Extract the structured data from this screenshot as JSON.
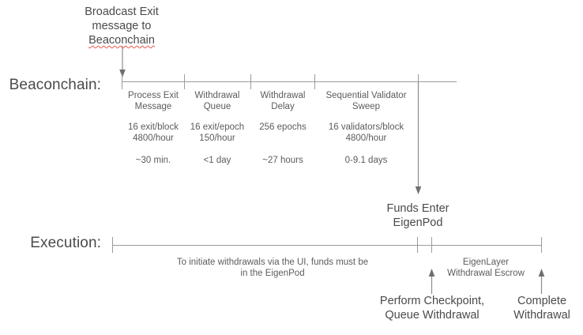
{
  "diagram": {
    "title_callout": {
      "line1": "Broadcast Exit",
      "line2": "message to",
      "line3": "Beaconchain"
    },
    "rows": [
      {
        "label": "Beaconchain:"
      },
      {
        "label": "Execution:"
      }
    ],
    "beaconchain_segments": [
      {
        "title_line1": "Process Exit",
        "title_line2": "Message",
        "rate_line1": "16 exit/block",
        "rate_line2": "4800/hour",
        "duration": "~30 min."
      },
      {
        "title_line1": "Withdrawal",
        "title_line2": "Queue",
        "rate_line1": "16 exit/epoch",
        "rate_line2": "150/hour",
        "duration": "<1 day"
      },
      {
        "title_line1": "Withdrawal",
        "title_line2": "Delay",
        "rate_line1": "256 epochs",
        "rate_line2": "",
        "duration": "~27 hours"
      },
      {
        "title_line1": "Sequential Validator",
        "title_line2": "Sweep",
        "rate_line1": "16 validators/block",
        "rate_line2": "4800/hour",
        "duration": "0-9.1 days"
      }
    ],
    "funds_enter": {
      "line1": "Funds Enter",
      "line2": "EigenPod"
    },
    "execution_note": {
      "line1": "To initiate withdrawals via the UI, funds must be",
      "line2": "in the EigenPod"
    },
    "escrow_note": {
      "line1": "EigenLayer",
      "line2": "Withdrawal Escrow"
    },
    "checkpoint_label": {
      "line1": "Perform Checkpoint,",
      "line2": "Queue Withdrawal"
    },
    "complete_label": {
      "line1": "Complete",
      "line2": "Withdrawal"
    },
    "colors": {
      "line": "#9b9b9b",
      "text": "#5c5c5c",
      "heading_text": "#4a4a4a",
      "spellcheck_underline": "#e8564a",
      "background": "#ffffff"
    }
  }
}
